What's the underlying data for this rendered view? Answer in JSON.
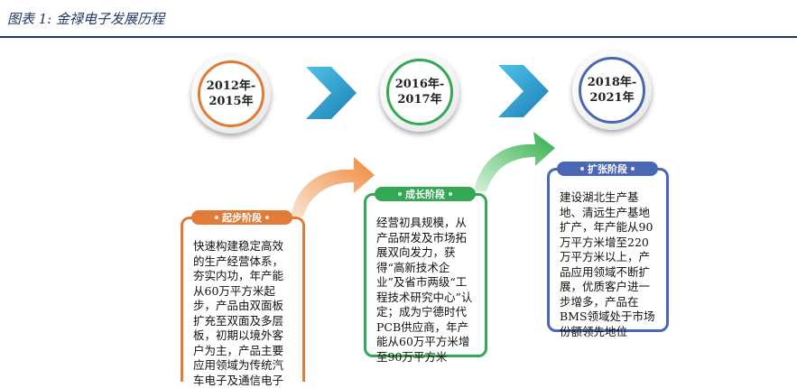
{
  "header": {
    "title": "图表 1:  金禄电子发展历程"
  },
  "stages": [
    {
      "years": "2012年-2015年",
      "year_line1": "2012年-",
      "year_line2": "2015年",
      "tag": "起步阶段",
      "description": "快速构建稳定高效的生产经营体系，夯实内功，年产能从60万平方米起步，产品由双面板扩充至双面及多层板，初期以境外客户为主，产品主要应用领域为传统汽车电子及通信电子",
      "color": "#e07b39"
    },
    {
      "years": "2016年-2017年",
      "year_line1": "2016年-",
      "year_line2": "2017年",
      "tag": "成长阶段",
      "description": "经营初具规模，从产品研发及市场拓展双向发力，获得“高新技术企业”及省市两级“工程技术研究中心”认定；成为宁德时代PCB供应商，年产能从60万平方米增至90万平方米",
      "color": "#34a853"
    },
    {
      "years": "2018年-2021年",
      "year_line1": "2018年-",
      "year_line2": "2021年",
      "tag": "扩张阶段",
      "description": "建设湖北生产基地、清远生产基地扩产，年产能从90万平方米增至220万平方米以上，产品应用领域不断扩展，优质客户进一步增多，产品在BMS领域处于市场份额领先地位",
      "color": "#4a67b5"
    }
  ],
  "icons": {
    "chevron": "chevron-right-icon",
    "curved_arrow": "curved-arrow-icon"
  }
}
